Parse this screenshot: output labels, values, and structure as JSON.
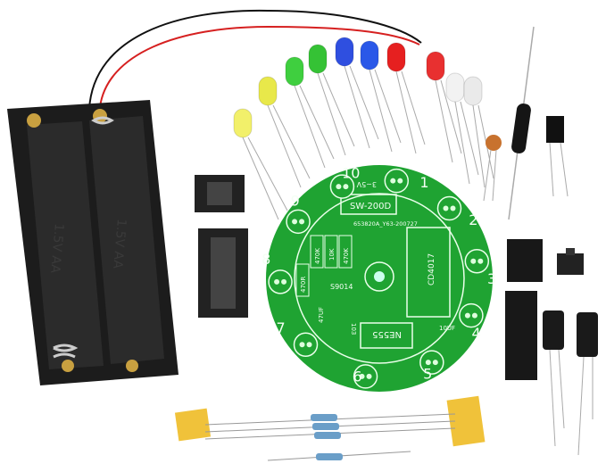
{
  "battery_holder": {
    "label_left": "1.5V AA",
    "label_right": "1.5V AA",
    "color": "#1c1c1c"
  },
  "pcb": {
    "color": "#1fa332",
    "power_label": "3~5V",
    "switch_label": "SW-200D",
    "board_code": "653820A_Y63-200727",
    "ic_counter": "CD4017",
    "ic_timer": "NE555",
    "transistor": "S9014",
    "resistors": [
      "470K",
      "10K",
      "470K",
      "470R"
    ],
    "cap_47": "47UF",
    "cap_10": "10UF",
    "ceramic_cap": "103",
    "led_numbers": [
      "1",
      "2",
      "3",
      "4",
      "5",
      "6",
      "7",
      "8",
      "9",
      "10"
    ]
  },
  "led_colors": [
    "#f2f06a",
    "#e8e84a",
    "#3fcf3f",
    "#35c235",
    "#2f4fe0",
    "#2a58e8",
    "#e62020",
    "#e83030",
    "#f2f2f2",
    "#eaeaea"
  ]
}
